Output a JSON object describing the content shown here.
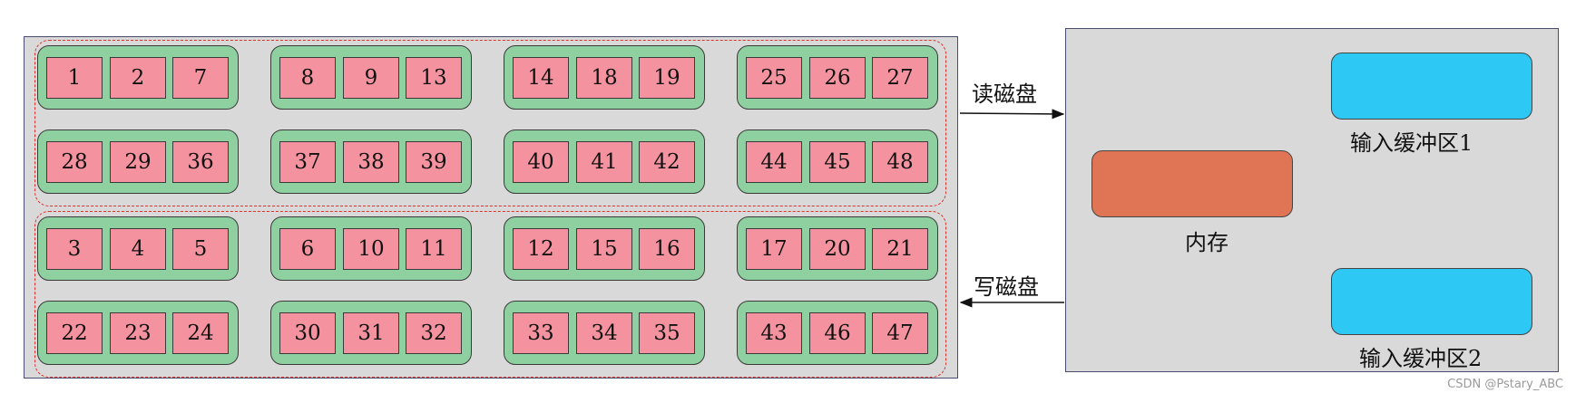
{
  "groups": [
    {
      "runs": [
        [
          "1",
          "2",
          "7"
        ],
        [
          "8",
          "9",
          "13"
        ],
        [
          "14",
          "18",
          "19"
        ],
        [
          "25",
          "26",
          "27"
        ],
        [
          "28",
          "29",
          "36"
        ],
        [
          "37",
          "38",
          "39"
        ],
        [
          "40",
          "41",
          "42"
        ],
        [
          "44",
          "45",
          "48"
        ]
      ]
    },
    {
      "runs": [
        [
          "3",
          "4",
          "5"
        ],
        [
          "6",
          "10",
          "11"
        ],
        [
          "12",
          "15",
          "16"
        ],
        [
          "17",
          "20",
          "21"
        ],
        [
          "22",
          "23",
          "24"
        ],
        [
          "30",
          "31",
          "32"
        ],
        [
          "33",
          "34",
          "35"
        ],
        [
          "43",
          "46",
          "47"
        ]
      ]
    }
  ],
  "arrows": {
    "read_label": "读磁盘",
    "write_label": "写磁盘"
  },
  "memory": {
    "memory_label": "内存",
    "input_buffer_1_label": "输入缓冲区1",
    "input_buffer_2_label": "输入缓冲区2"
  },
  "colors": {
    "block_fill": "#f4939f",
    "run_fill": "#8fd0a0",
    "group_border": "#e0302a",
    "panel_fill": "#d9d9d9",
    "memory_fill": "#e07555",
    "buffer_fill": "#2ec8f5"
  },
  "watermark": "CSDN @Pstary_ABC"
}
